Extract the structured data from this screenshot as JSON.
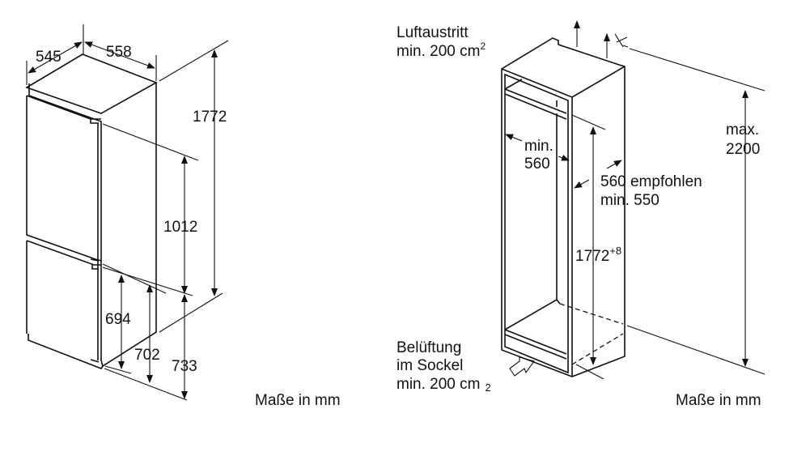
{
  "left_diagram": {
    "dim_depth": "545",
    "dim_width": "558",
    "dim_height": "1772",
    "dim_upper_door": "1012",
    "dim_694": "694",
    "dim_702": "702",
    "dim_733": "733",
    "units_note": "Maße in mm"
  },
  "right_diagram": {
    "air_outlet_line1": "Luftaustritt",
    "air_outlet_line2": "min. 200 cm",
    "air_outlet_sup": "2",
    "niche_width_line1": "min.",
    "niche_width_line2": "560",
    "niche_depth_line1": "560 empfohlen",
    "niche_depth_line2": "min. 550",
    "niche_height": "1772",
    "niche_height_tol": "+8",
    "max_height_line1": "max.",
    "max_height_line2": "2200",
    "vent_line1": "Belüftung",
    "vent_line2": "im Sockel",
    "vent_line3": "min. 200 cm",
    "vent_sub": "2",
    "units_note": "Maße in mm"
  }
}
